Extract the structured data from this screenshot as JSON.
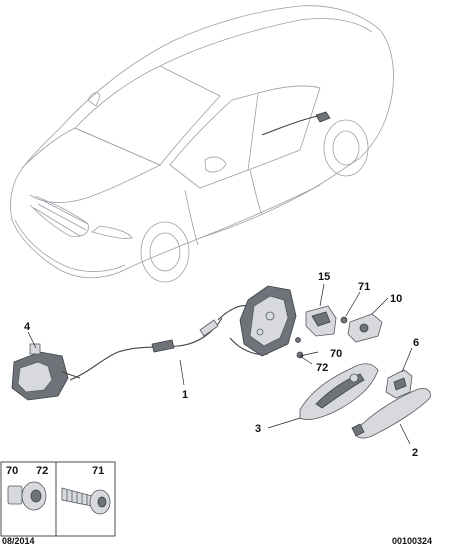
{
  "callouts": [
    {
      "id": "c1",
      "label": "1"
    },
    {
      "id": "c2",
      "label": "2"
    },
    {
      "id": "c3",
      "label": "3"
    },
    {
      "id": "c4",
      "label": "4"
    },
    {
      "id": "c6",
      "label": "6"
    },
    {
      "id": "c10",
      "label": "10"
    },
    {
      "id": "c15",
      "label": "15"
    },
    {
      "id": "c70",
      "label": "70"
    },
    {
      "id": "c71",
      "label": "71"
    },
    {
      "id": "c72",
      "label": "72"
    }
  ],
  "fastener_box": {
    "left_labels": [
      "70",
      "72"
    ],
    "right_label": "71"
  },
  "footer": {
    "date": "08/2014",
    "reference": "00100324"
  }
}
